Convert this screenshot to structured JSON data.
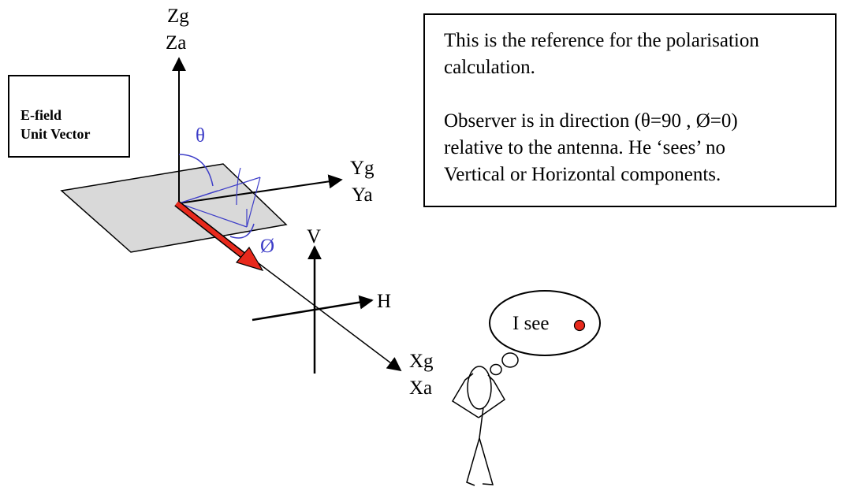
{
  "labels": {
    "z_global": "Zg",
    "z_antenna": "Za",
    "y_global": "Yg",
    "y_antenna": "Ya",
    "x_global": "Xg",
    "x_antenna": "Xa",
    "vertical": "V",
    "horizontal": "H",
    "theta": "θ",
    "phi": "Ø"
  },
  "legend": {
    "line1": "E-field",
    "line2": "Unit Vector"
  },
  "note": {
    "line1": "This is the reference for the polarisation",
    "line2": "calculation.",
    "line3": "Observer is in direction (θ=90 , Ø=0)",
    "line4": "relative to the antenna. He ‘sees’ no",
    "line5": "Vertical or Horizontal components."
  },
  "thought": {
    "text": "I see"
  },
  "colors": {
    "e_field_arrow": "#e8291c",
    "angle_annotation": "#3d3dc8",
    "ground_plane": "#d9d9d9"
  }
}
